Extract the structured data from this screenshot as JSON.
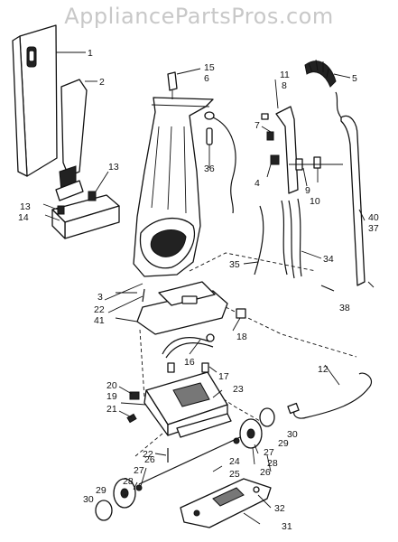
{
  "watermark": "AppliancePartsPros.com",
  "callouts": [
    {
      "id": "c1",
      "text": "1"
    },
    {
      "id": "c2",
      "text": "2"
    },
    {
      "id": "c3",
      "text": "3"
    },
    {
      "id": "c4",
      "text": "4"
    },
    {
      "id": "c5",
      "text": "5"
    },
    {
      "id": "c6",
      "text": "6"
    },
    {
      "id": "c7",
      "text": "7"
    },
    {
      "id": "c8",
      "text": "8"
    },
    {
      "id": "c9",
      "text": "9"
    },
    {
      "id": "c10",
      "text": "10"
    },
    {
      "id": "c11",
      "text": "11"
    },
    {
      "id": "c12",
      "text": "12"
    },
    {
      "id": "c13a",
      "text": "13"
    },
    {
      "id": "c13b",
      "text": "13"
    },
    {
      "id": "c14",
      "text": "14"
    },
    {
      "id": "c15",
      "text": "15"
    },
    {
      "id": "c16",
      "text": "16"
    },
    {
      "id": "c17",
      "text": "17"
    },
    {
      "id": "c18",
      "text": "18"
    },
    {
      "id": "c19",
      "text": "19"
    },
    {
      "id": "c20",
      "text": "20"
    },
    {
      "id": "c21",
      "text": "21"
    },
    {
      "id": "c22a",
      "text": "22"
    },
    {
      "id": "c22b",
      "text": "22"
    },
    {
      "id": "c23",
      "text": "23"
    },
    {
      "id": "c24",
      "text": "24"
    },
    {
      "id": "c25",
      "text": "25"
    },
    {
      "id": "c26a",
      "text": "26"
    },
    {
      "id": "c26b",
      "text": "26"
    },
    {
      "id": "c27a",
      "text": "27"
    },
    {
      "id": "c27b",
      "text": "27"
    },
    {
      "id": "c28a",
      "text": "28"
    },
    {
      "id": "c28b",
      "text": "28"
    },
    {
      "id": "c29a",
      "text": "29"
    },
    {
      "id": "c29b",
      "text": "29"
    },
    {
      "id": "c30a",
      "text": "30"
    },
    {
      "id": "c30b",
      "text": "30"
    },
    {
      "id": "c31",
      "text": "31"
    },
    {
      "id": "c32",
      "text": "32"
    },
    {
      "id": "c34",
      "text": "34"
    },
    {
      "id": "c35",
      "text": "35"
    },
    {
      "id": "c36",
      "text": "36"
    },
    {
      "id": "c37",
      "text": "37"
    },
    {
      "id": "c38",
      "text": "38"
    },
    {
      "id": "c40",
      "text": "40"
    },
    {
      "id": "c41",
      "text": "41"
    }
  ]
}
